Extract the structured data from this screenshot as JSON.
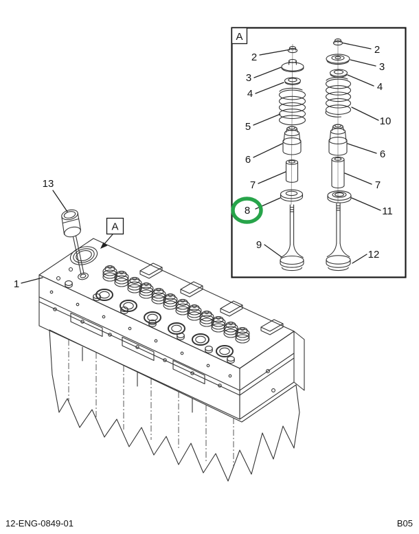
{
  "document": {
    "footer_left": "12-ENG-0849-01",
    "footer_right": "B05"
  },
  "colors": {
    "line": "#333333",
    "highlight_green": "#27a44a",
    "background": "#ffffff"
  },
  "detail_view": {
    "frame_label": "A",
    "highlighted_part": "8",
    "left_assembly_callouts": [
      "2",
      "3",
      "4",
      "5",
      "6",
      "7",
      "8",
      "9"
    ],
    "right_assembly_callouts": [
      "2",
      "3",
      "4",
      "10",
      "6",
      "7",
      "11",
      "12"
    ]
  },
  "main_view": {
    "head_callout": "1",
    "tappet_callout": "13",
    "detail_reference": "A"
  },
  "labels": {
    "frame_a": "A",
    "ref_a": "A",
    "n1": "1",
    "n2_left": "2",
    "n2_right": "2",
    "n3_left": "3",
    "n3_right": "3",
    "n4_left": "4",
    "n4_right": "4",
    "n5": "5",
    "n6_left": "6",
    "n6_right": "6",
    "n7_left": "7",
    "n7_right": "7",
    "n8": "8",
    "n9": "9",
    "n10": "10",
    "n11": "11",
    "n12": "12",
    "n13": "13"
  }
}
